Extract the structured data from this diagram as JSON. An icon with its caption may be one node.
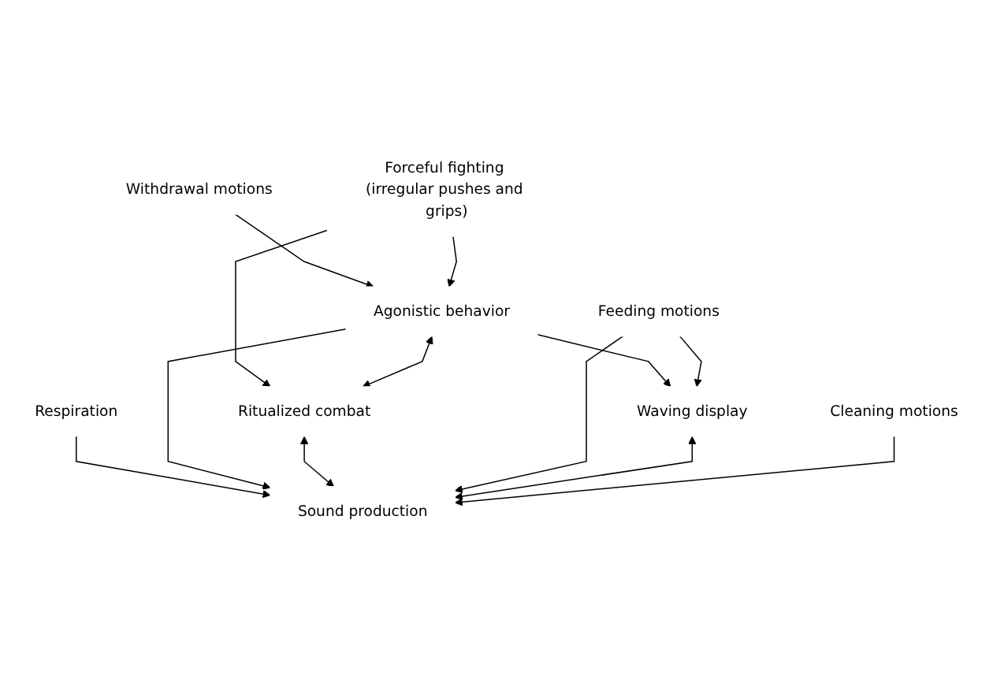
{
  "diagram": {
    "nodes": [
      {
        "text": [
          "Respiration"
        ]
      },
      {
        "text": [
          "Withdrawal motions"
        ]
      },
      {
        "text": [
          "Forceful fighting (irregular pushes and grips)"
        ]
      },
      {
        "text": [
          "Feeding motions"
        ]
      },
      {
        "text": [
          "Cleaning motions"
        ]
      },
      {
        "text": [
          "Agonistic behavior"
        ]
      },
      {
        "text": [
          "Ritualized combat"
        ]
      },
      {
        "text": [
          "Waving display"
        ]
      },
      {
        "text": [
          "Sound production"
        ]
      }
    ],
    "edges": [
      {
        "from": 0,
        "to": 8,
        "arrow": "to"
      },
      {
        "from": 1,
        "to": 5,
        "arrow": "to"
      },
      {
        "from": 2,
        "to": 5,
        "arrow": "to"
      },
      {
        "from": 2,
        "to": 6,
        "arrow": "to"
      },
      {
        "from": 5,
        "to": 6,
        "arrow": "both"
      },
      {
        "from": 5,
        "to": 7,
        "arrow": "to"
      },
      {
        "from": 5,
        "to": 8,
        "arrow": "to"
      },
      {
        "from": 6,
        "to": 8,
        "arrow": "both"
      },
      {
        "from": 3,
        "to": 7,
        "arrow": "to"
      },
      {
        "from": 3,
        "to": 8,
        "arrow": "to"
      },
      {
        "from": 7,
        "to": 8,
        "arrow": "both"
      },
      {
        "from": 4,
        "to": 8,
        "arrow": "to"
      }
    ]
  }
}
